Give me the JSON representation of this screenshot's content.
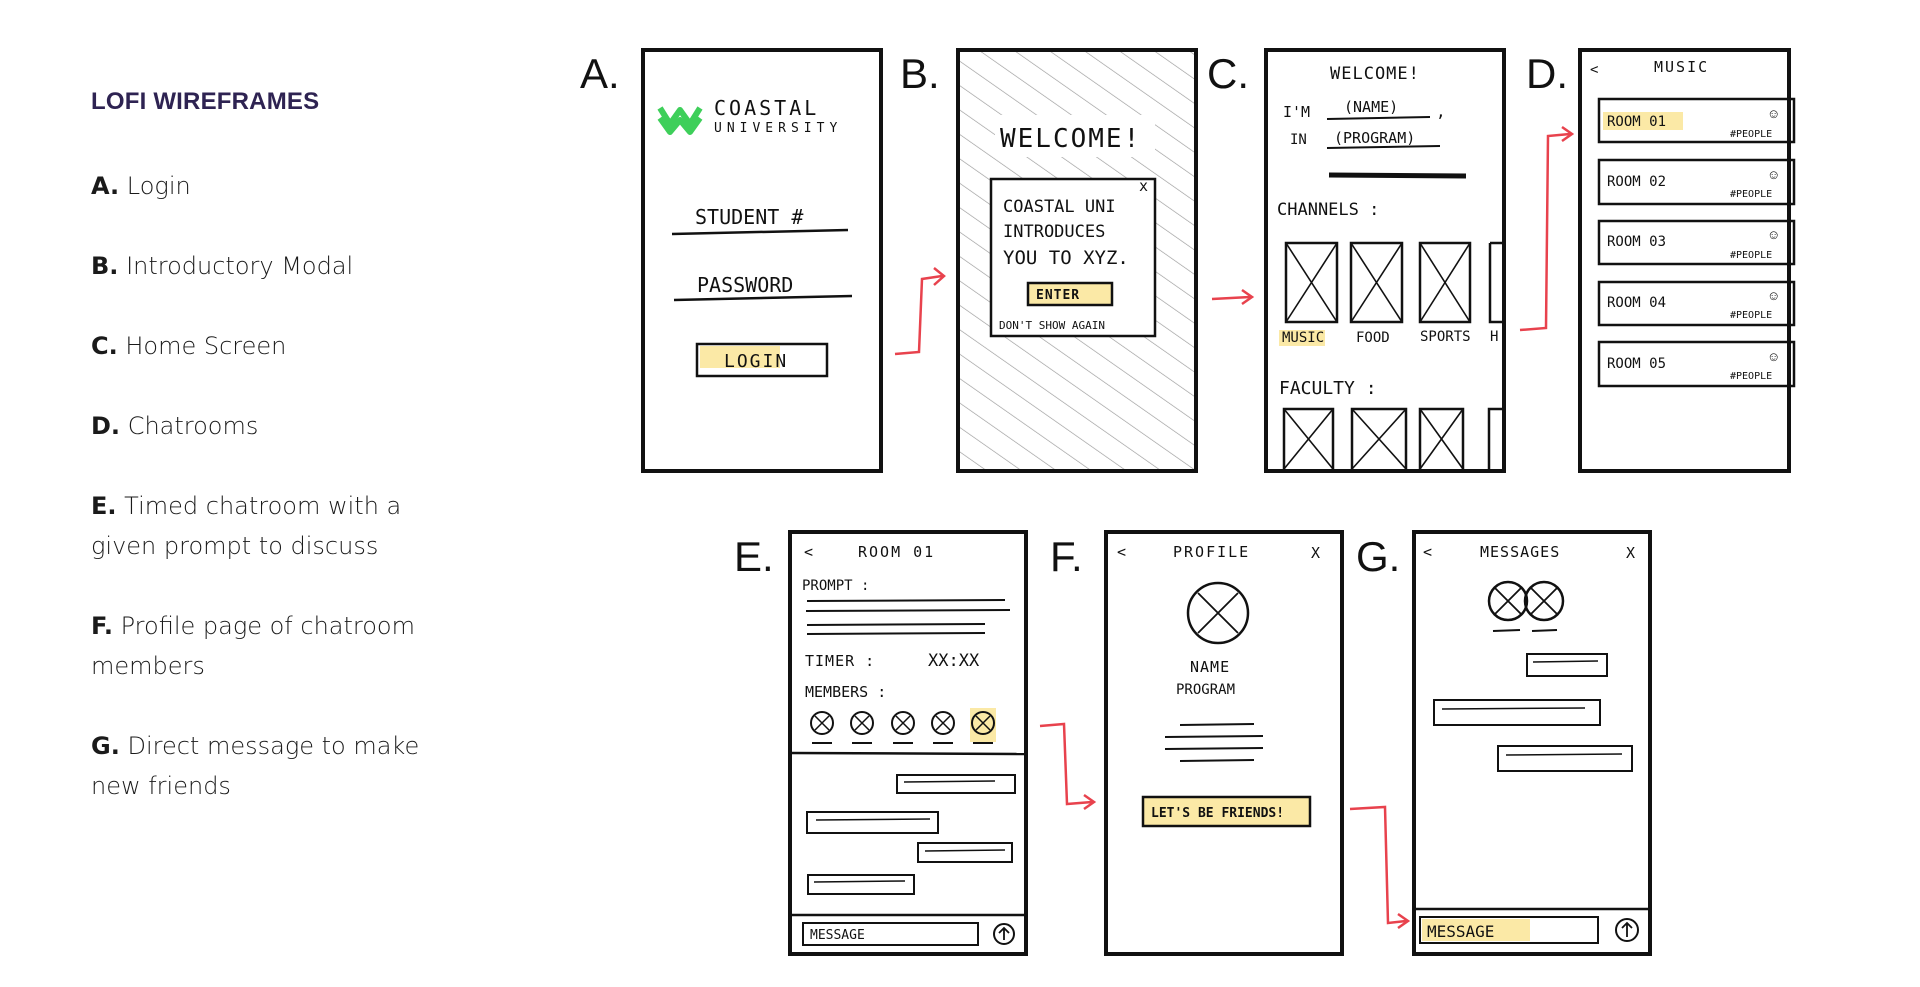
{
  "sidebar": {
    "title": "LOFI WIREFRAMES",
    "items": [
      {
        "letter": "A.",
        "text": "Login"
      },
      {
        "letter": "B.",
        "text": "Introductory Modal"
      },
      {
        "letter": "C.",
        "text": "Home Screen"
      },
      {
        "letter": "D.",
        "text": "Chatrooms"
      },
      {
        "letter": "E.",
        "text": "Timed chatroom with a given prompt to discuss"
      },
      {
        "letter": "F.",
        "text": "Profile page of chatroom members"
      },
      {
        "letter": "G.",
        "text": "Direct message to make new friends"
      }
    ]
  },
  "colors": {
    "highlight": "#fbe9a6",
    "arrow": "#e8424d",
    "ink": "#111111",
    "brand": "#3ecf5a",
    "title": "#2e2352"
  },
  "frames": {
    "a": {
      "letter": "A.",
      "brand_line1": "COASTAL",
      "brand_line2": "UNIVERSITY",
      "field1": "STUDENT #",
      "field2": "PASSWORD",
      "button": "LOGIN"
    },
    "b": {
      "letter": "B.",
      "heading": "WELCOME!",
      "close": "x",
      "line1": "COASTAL UNI",
      "line2": "INTRODUCES",
      "line3": "YOU TO XYZ.",
      "button": "ENTER",
      "dismiss": "DON'T SHOW AGAIN"
    },
    "c": {
      "letter": "C.",
      "heading": "WELCOME!",
      "im": "I'M",
      "name": "(NAME)",
      "in": "IN",
      "program": "(PROGRAM)",
      "channels": "CHANNELS :",
      "ch1": "MUSIC",
      "ch2": "FOOD",
      "ch3": "SPORTS",
      "ch4": "H",
      "faculty": "FACULTY :"
    },
    "d": {
      "letter": "D.",
      "back": "<",
      "heading": "MUSIC",
      "people": "#PEOPLE",
      "rooms": [
        "ROOM 01",
        "ROOM 02",
        "ROOM 03",
        "ROOM 04",
        "ROOM 05"
      ]
    },
    "e": {
      "letter": "E.",
      "back": "<",
      "heading": "ROOM 01",
      "prompt": "PROMPT :",
      "timer": "TIMER :",
      "timer_value": "XX:XX",
      "members": "MEMBERS :",
      "message": "MESSAGE"
    },
    "f": {
      "letter": "F.",
      "back": "<",
      "heading": "PROFILE",
      "close": "X",
      "name": "NAME",
      "program": "PROGRAM",
      "button": "LET'S BE FRIENDS!"
    },
    "g": {
      "letter": "G.",
      "back": "<",
      "heading": "MESSAGES",
      "close": "X",
      "message": "MESSAGE"
    }
  }
}
